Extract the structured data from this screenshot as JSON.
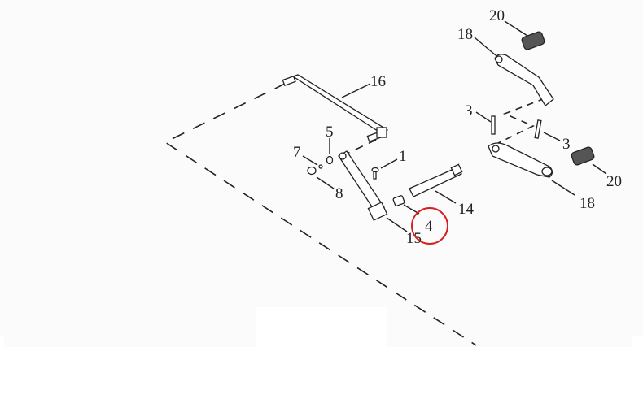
{
  "diagram": {
    "callouts": [
      {
        "id": "c20a",
        "label": "20"
      },
      {
        "id": "c18a",
        "label": "18"
      },
      {
        "id": "c16",
        "label": "16"
      },
      {
        "id": "c5",
        "label": "5"
      },
      {
        "id": "c7",
        "label": "7"
      },
      {
        "id": "c1",
        "label": "1"
      },
      {
        "id": "c8",
        "label": "8"
      },
      {
        "id": "c15",
        "label": "15"
      },
      {
        "id": "c4",
        "label": "4"
      },
      {
        "id": "c14",
        "label": "14"
      },
      {
        "id": "c3a",
        "label": "3"
      },
      {
        "id": "c3b",
        "label": "3"
      },
      {
        "id": "c20b",
        "label": "20"
      },
      {
        "id": "c18b",
        "label": "18"
      }
    ],
    "highlighted_part": "4",
    "highlight_color": "#d42020"
  }
}
